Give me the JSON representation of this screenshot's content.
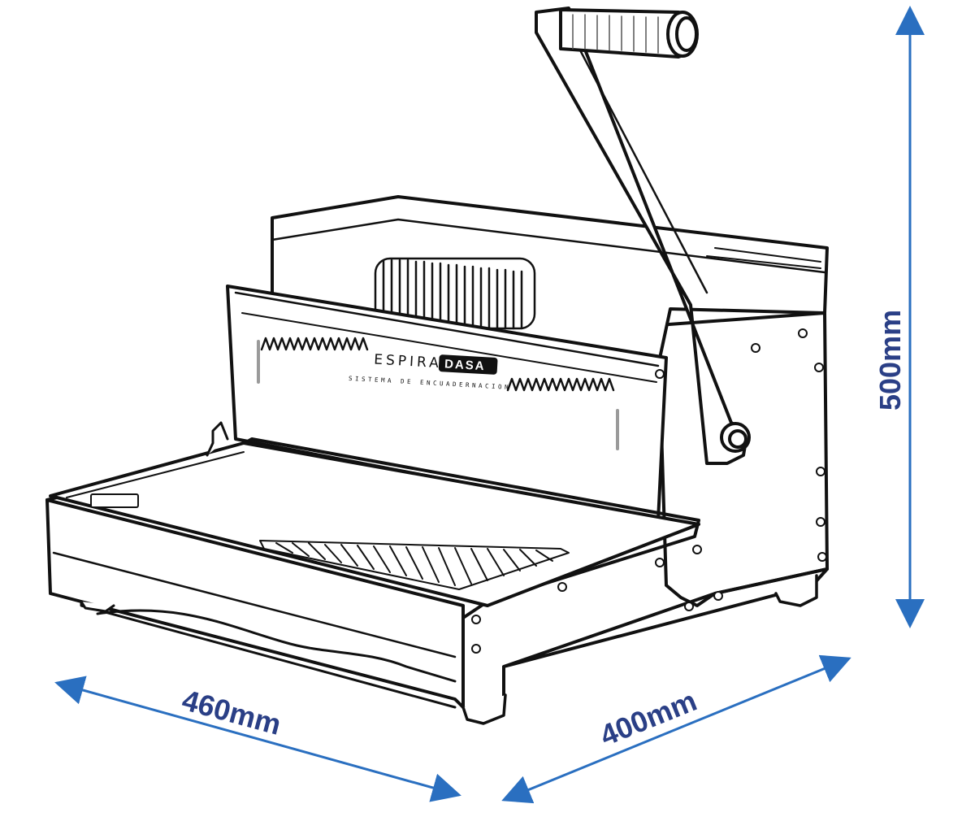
{
  "product": {
    "brand": "ESPIRA",
    "logo": "DASA",
    "tagline": "SISTEMA DE ENCUADERNACION"
  },
  "dimensions": {
    "width": "460mm",
    "depth": "400mm",
    "height": "500mm"
  },
  "colors": {
    "dimension_arrows": "#2a6fc0",
    "dimension_text": "#2a3f86",
    "outline": "#111111",
    "fill": "#ffffff",
    "shade": "#9a9a9a"
  }
}
